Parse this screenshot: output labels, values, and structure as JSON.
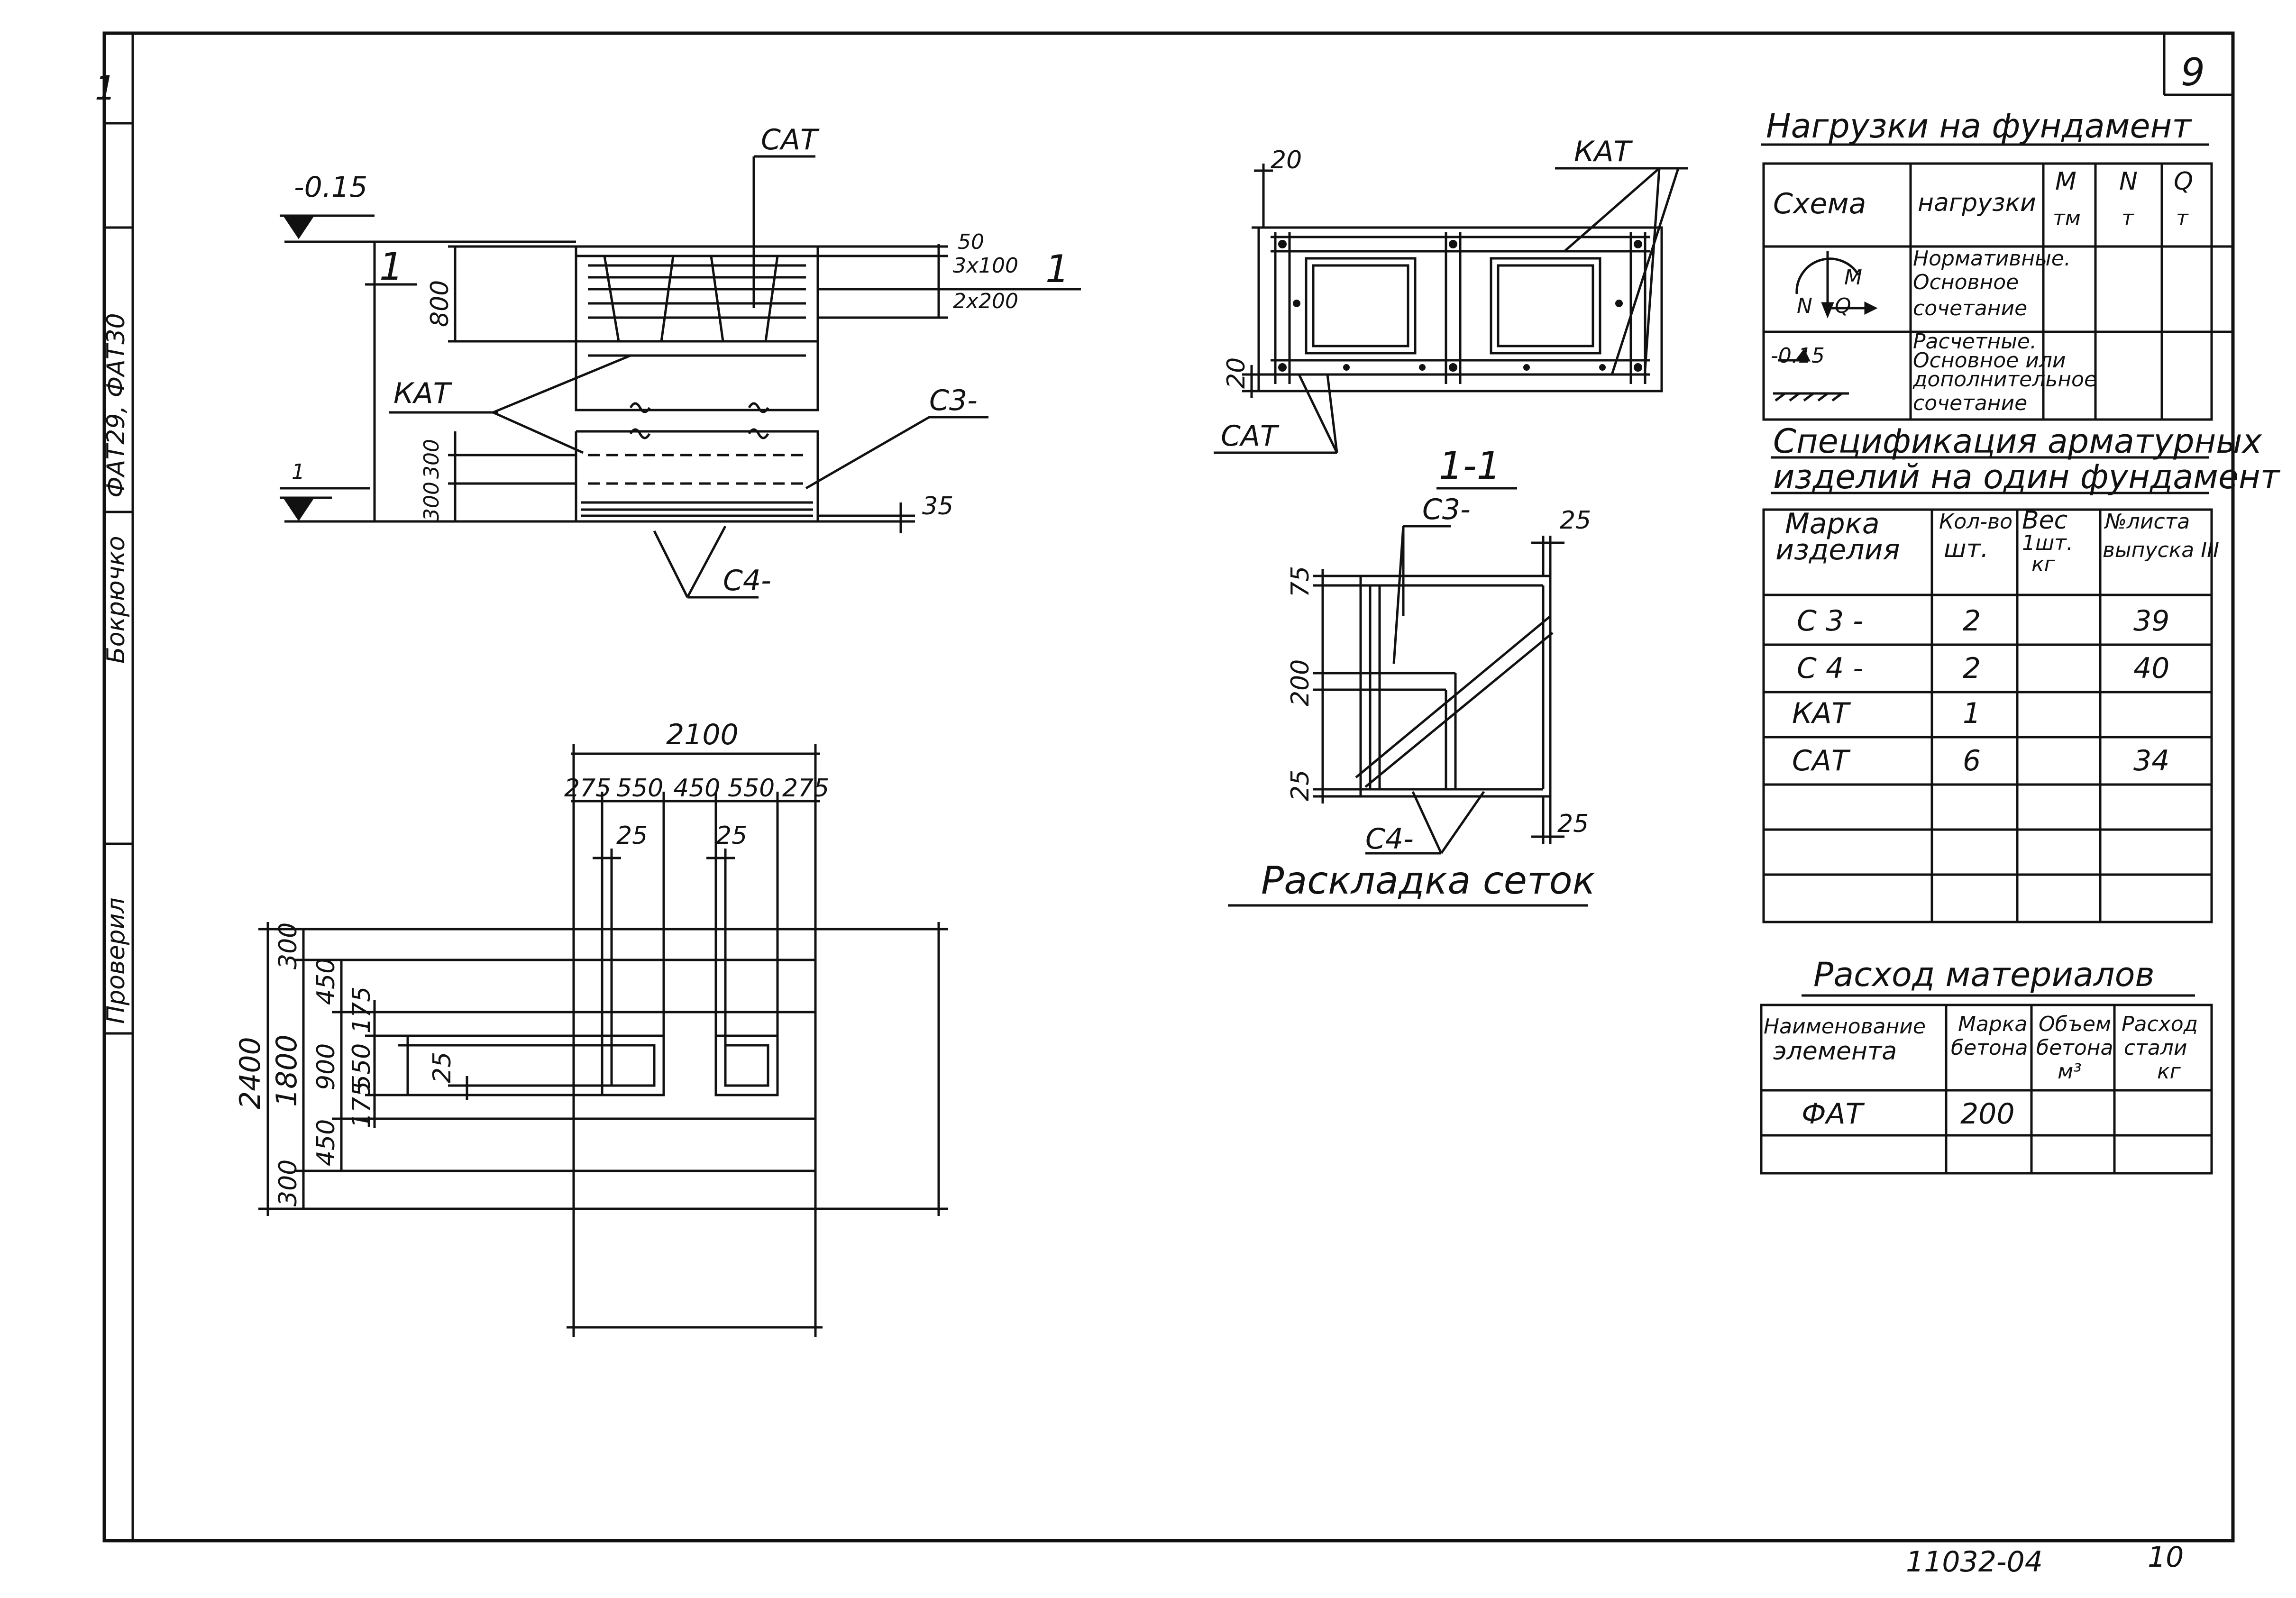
{
  "sheet": {
    "number": "9",
    "stamp_left": "ФАТ29, ФАТ30",
    "code": "11032-04",
    "page": "10",
    "side_texts": [
      "1",
      "Проверил",
      "Бокрючко"
    ]
  },
  "elevations": {
    "top": "-0.15",
    "bottom": "1"
  },
  "section_mark": "1",
  "labels": {
    "sat": "САТ",
    "kat": "КАТ",
    "s3": "С3-",
    "s4": "С4-",
    "section_title": "1-1",
    "layout_title": "Раскладка сеток"
  },
  "dims_elev": {
    "d50": "50",
    "d3x100": "3x100",
    "d2x200": "2x200",
    "d800": "800",
    "d300a": "300",
    "d300b": "300",
    "d35": "35"
  },
  "dims_plan": {
    "total": "2100",
    "segments": [
      "275",
      "550",
      "450",
      "550",
      "275"
    ],
    "d25a": "25",
    "d25b": "25",
    "left_total": "2400",
    "left_mid": "1800",
    "left_top": "300",
    "left_bottom": "300",
    "inner_450a": "450",
    "inner_900": "900",
    "inner_450b": "450",
    "inner_175a": "175",
    "inner_550": "550",
    "inner_175b": "175",
    "inner_25": "25"
  },
  "dims_frame": {
    "d20a": "20",
    "d20b": "20"
  },
  "dims_section": {
    "d25top": "25",
    "d75": "75",
    "d200": "200",
    "d25left": "25",
    "d25bottom": "25"
  },
  "loads": {
    "title": "Нагрузки на фундамент",
    "headers": [
      "Схема",
      "нагрузки",
      "М\nтм",
      "N\nт",
      "Q\nт"
    ],
    "rows": [
      "Нормативные. Основное сочетание",
      "Расчетные. Основное или дополнительное сочетание"
    ],
    "scheme": {
      "m": "M",
      "n": "N",
      "q": "Q",
      "elev": "-0.15"
    }
  },
  "spec": {
    "title1": "Спецификация арматурных",
    "title2": "изделий на один фундамент",
    "headers": [
      "Марка изделия",
      "Кол-во шт.",
      "Вес 1шт. кг",
      "№листа выпуска III"
    ],
    "rows": [
      [
        "С 3 -",
        "2",
        "",
        "39"
      ],
      [
        "С 4 -",
        "2",
        "",
        "40"
      ],
      [
        "КАТ",
        "1",
        "",
        ""
      ],
      [
        "САТ",
        "6",
        "",
        "34"
      ]
    ]
  },
  "materials": {
    "title": "Расход материалов",
    "headers": [
      "Наименование элемента",
      "Марка бетона",
      "Объем бетона м³",
      "Расход стали кг"
    ],
    "rows": [
      [
        "ФАТ",
        "200",
        "",
        ""
      ]
    ]
  }
}
